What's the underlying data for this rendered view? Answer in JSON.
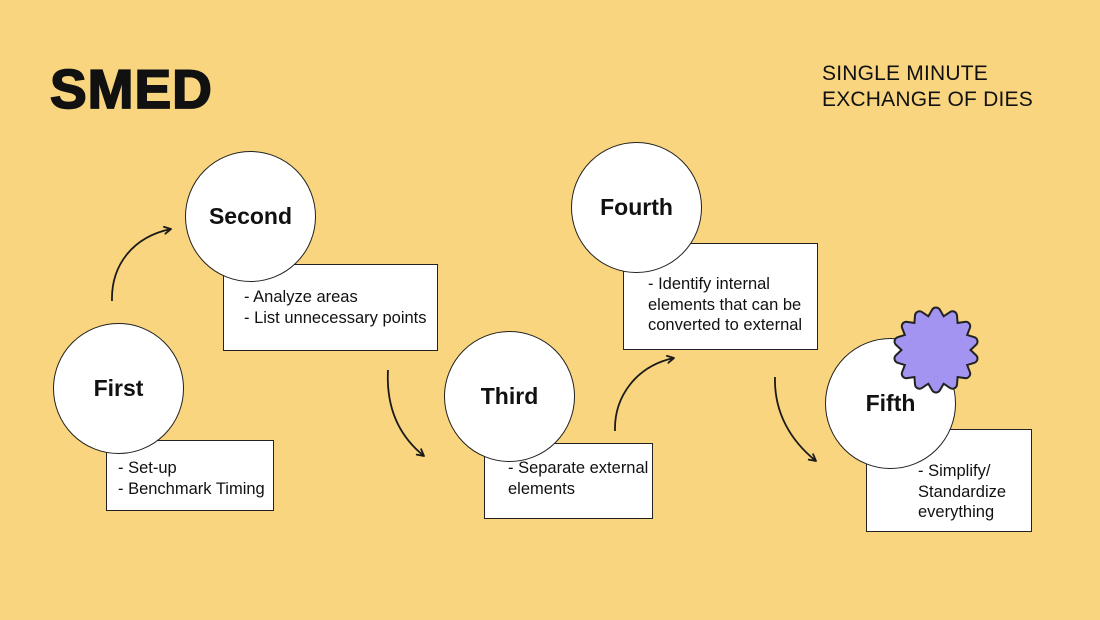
{
  "header": {
    "title": "SMED",
    "subtitle_line1": "SINGLE MINUTE",
    "subtitle_line2": "EXCHANGE OF DIES"
  },
  "steps": [
    {
      "label": "First",
      "details": [
        "- Set-up",
        "- Benchmark Timing"
      ]
    },
    {
      "label": "Second",
      "details": [
        "- Analyze areas",
        "- List unnecessary points"
      ]
    },
    {
      "label": "Third",
      "details": [
        "- Separate external",
        "elements"
      ]
    },
    {
      "label": "Fourth",
      "details": [
        "- Identify internal",
        "elements that can be",
        "converted to external"
      ]
    },
    {
      "label": "Fifth",
      "details": [
        "- Simplify/",
        "Standardize",
        "everything"
      ]
    }
  ],
  "colors": {
    "background": "#F8D57E",
    "shape_fill": "#FFFFFF",
    "outline": "#222222",
    "starburst": "#A294F0",
    "text": "#111111"
  },
  "icons": {
    "starburst": "gear-starburst-icon"
  }
}
